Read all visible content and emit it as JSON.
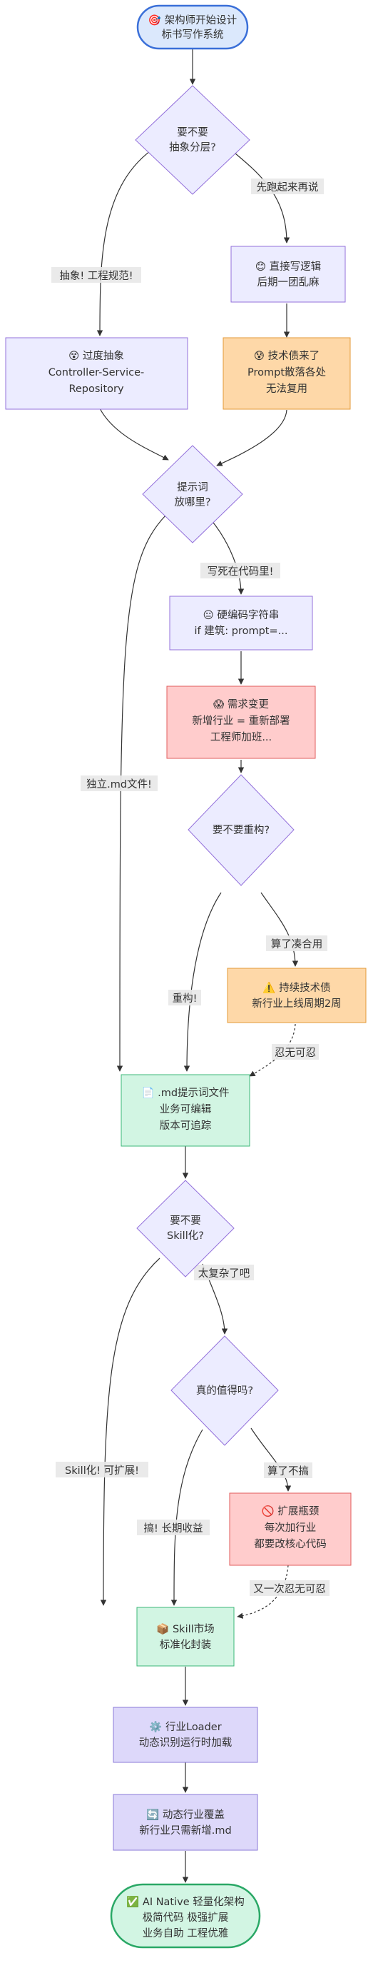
{
  "nodes": {
    "start": {
      "lines": [
        "🎯 架构师开始设计",
        "标书写作系统"
      ]
    },
    "q_layer": {
      "lines": [
        "要不要",
        "抽象分层?"
      ]
    },
    "direct": {
      "lines": [
        "😊 直接写逻辑",
        "后期一团乱麻"
      ]
    },
    "over": {
      "lines": [
        "😵 过度抽象",
        "Controller-Service-",
        "Repository"
      ]
    },
    "debt": {
      "lines": [
        "😰 技术债来了",
        "Prompt散落各处",
        "无法复用"
      ]
    },
    "q_prompt": {
      "lines": [
        "提示词",
        "放哪里?"
      ]
    },
    "hardcode": {
      "lines": [
        "😐 硬编码字符串",
        "if 建筑: prompt=..."
      ]
    },
    "change": {
      "lines": [
        "😱 需求变更",
        "新增行业 = 重新部署",
        "工程师加班..."
      ]
    },
    "q_refactor": {
      "lines": [
        "要不要重构?"
      ]
    },
    "persist": {
      "lines": [
        "⚠️ 持续技术债",
        "新行业上线周期2周"
      ]
    },
    "md": {
      "lines": [
        "📄 .md提示词文件",
        "业务可编辑",
        "版本可追踪"
      ]
    },
    "q_skill": {
      "lines": [
        "要不要",
        "Skill化?"
      ]
    },
    "q_worth": {
      "lines": [
        "真的值得吗?"
      ]
    },
    "bottleneck": {
      "lines": [
        "🚫 扩展瓶颈",
        "每次加行业",
        "都要改核心代码"
      ]
    },
    "market": {
      "lines": [
        "📦 Skill市场",
        "标准化封装"
      ]
    },
    "loader": {
      "lines": [
        "⚙️ 行业Loader",
        "动态识别运行时加载"
      ]
    },
    "override": {
      "lines": [
        "🔄 动态行业覆盖",
        "新行业只需新增.md"
      ]
    },
    "end": {
      "lines": [
        "✅ AI Native 轻量化架构",
        "极简代码 极强扩展",
        "业务自助 工程优雅"
      ]
    }
  },
  "edge_labels": {
    "abstract": "抽象! 工程规范!",
    "run_first": "先跑起来再说",
    "hardcode": "写死在代码里!",
    "standalone": "独立.md文件!",
    "refactor": "重构!",
    "make_do": "算了凑合用",
    "tolerate": "忍无可忍",
    "too_complex": "太复杂了吧",
    "skill_ext": "Skill化! 可扩展!",
    "forget_it": "算了不搞",
    "long_term": "搞! 长期收益",
    "tolerate_again": "又一次忍无可忍"
  },
  "colors": {
    "default_fill": "#ececff",
    "default_stroke": "#9370db",
    "start_fill": "#dbe8fc",
    "start_stroke": "#3a6fd8",
    "orange_fill": "#fed8a8",
    "orange_stroke": "#e39a38",
    "red_fill": "#ffcccc",
    "red_stroke": "#e05c5c",
    "green_fill": "#d2f5e3",
    "green_stroke": "#3cb878",
    "purple_fill": "#ddd8fa",
    "purple_stroke": "#8a7ad8",
    "edge": "#333333"
  }
}
